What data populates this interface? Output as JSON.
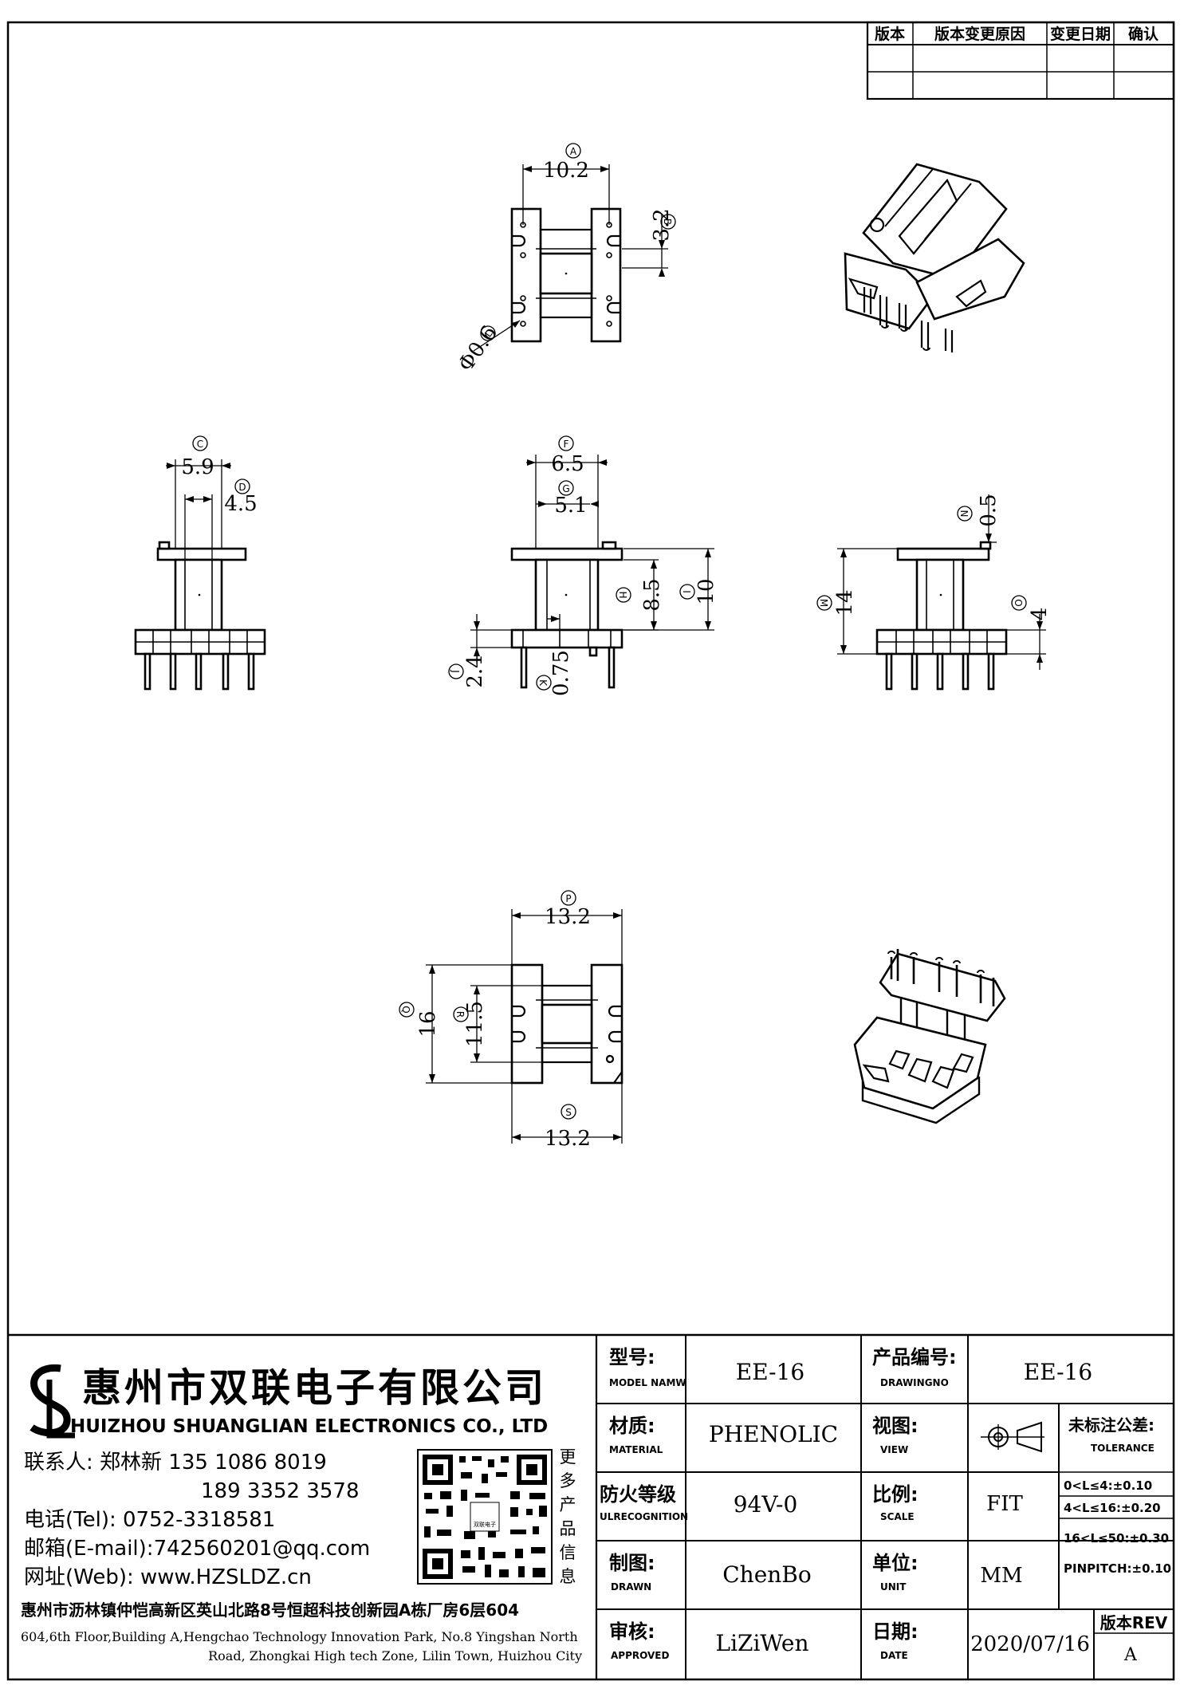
{
  "revision_table": {
    "headers": [
      "版本",
      "版本变更原因",
      "变更日期",
      "确认"
    ],
    "rows": [
      [
        "",
        "",
        "",
        ""
      ],
      [
        "",
        "",
        "",
        ""
      ]
    ]
  },
  "dimensions": {
    "A": {
      "letter": "A",
      "value": "10.2"
    },
    "B": {
      "letter": "B",
      "value": "3.2"
    },
    "L": {
      "letter": "L",
      "value": "Φ0.6"
    },
    "C": {
      "letter": "C",
      "value": "5.9"
    },
    "D": {
      "letter": "D",
      "value": "4.5"
    },
    "F": {
      "letter": "F",
      "value": "6.5"
    },
    "G": {
      "letter": "G",
      "value": "5.1"
    },
    "H": {
      "letter": "H",
      "value": "8.5"
    },
    "I": {
      "letter": "I",
      "value": "10"
    },
    "J": {
      "letter": "J",
      "value": "2.4"
    },
    "K": {
      "letter": "K",
      "value": "0.75"
    },
    "N": {
      "letter": "N",
      "value": "0.5"
    },
    "M": {
      "letter": "M",
      "value": "14"
    },
    "O": {
      "letter": "O",
      "value": "4"
    },
    "P": {
      "letter": "P",
      "value": "13.2"
    },
    "Q": {
      "letter": "Q",
      "value": "16"
    },
    "R": {
      "letter": "R",
      "value": "11.5"
    },
    "S": {
      "letter": "S",
      "value": "13.2"
    }
  },
  "company": {
    "name_cn": "惠州市双联电子有限公司",
    "name_en": "HUIZHOU SHUANGLIAN ELECTRONICS CO., LTD",
    "contact": "联系人: 郑林新  135 1086 8019",
    "contact2": "189 3352 3578",
    "tel": "电话(Tel): 0752-3318581",
    "email": "邮箱(E-mail):742560201@qq.com",
    "web": "网址(Web): www.HZSLDZ.cn",
    "address_cn": "惠州市沥林镇仲恺高新区英山北路8号恒超科技创新园A栋厂房6层604",
    "address_en_1": "604,6th Floor,Building A,Hengchao Technology Innovation Park, No.8 Yingshan North",
    "address_en_2": "Road, Zhongkai High tech Zone, Lilin Town, Huizhou City",
    "qr_caption": [
      "更",
      "多",
      "产",
      "品",
      "信",
      "息"
    ],
    "qr_center": "双联电子"
  },
  "title_block": {
    "model_label_cn": "型号:",
    "model_label_en": "MODEL NAMW",
    "model_value": "EE-16",
    "drawingno_label_cn": "产品编号:",
    "drawingno_label_en": "DRAWINGNO",
    "drawingno_value": "EE-16",
    "material_label_cn": "材质:",
    "material_label_en": "MATERIAL",
    "material_value": "PHENOLIC",
    "view_label_cn": "视图:",
    "view_label_en": "VIEW",
    "tolerance_label_cn": "未标注公差:",
    "tolerance_label_en": "TOLERANCE",
    "tolerance_lines": [
      "0<L≤4:±0.10",
      "4<L≤16:±0.20",
      "16<L≤50:±0.30",
      "PINPITCH:±0.10"
    ],
    "fire_label_cn": "防火等级",
    "fire_label_en": "ULRECOGNITION",
    "fire_value": "94V-0",
    "scale_label_cn": "比例:",
    "scale_label_en": "SCALE",
    "scale_value": "FIT",
    "drawn_label_cn": "制图:",
    "drawn_label_en": "DRAWN",
    "drawn_value": "ChenBo",
    "unit_label_cn": "单位:",
    "unit_label_en": "UNIT",
    "unit_value": "MM",
    "approved_label_cn": "审核:",
    "approved_label_en": "APPROVED",
    "approved_value": "LiZiWen",
    "date_label_cn": "日期:",
    "date_label_en": "DATE",
    "date_value": "2020/07/16",
    "rev_label": "版本REV",
    "rev_value": "A"
  }
}
